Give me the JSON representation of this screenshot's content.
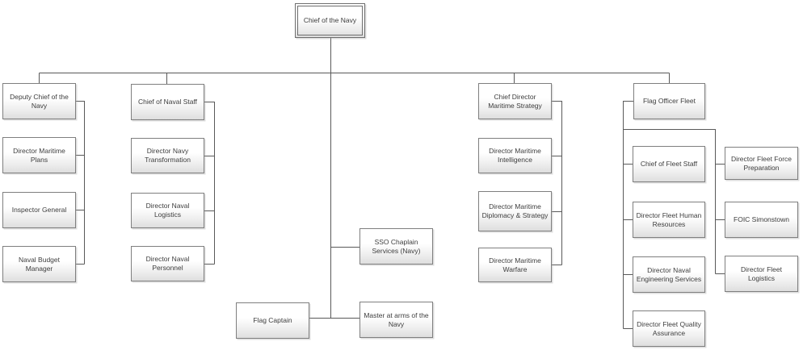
{
  "org_chart": {
    "root": "Chief of the Navy",
    "branch_deputy": [
      "Deputy Chief of the Navy",
      "Director Maritime Plans",
      "Inspector General",
      "Naval Budget Manager"
    ],
    "branch_naval_staff": [
      "Chief of Naval Staff",
      "Director Navy Transformation",
      "Director Naval Logistics",
      "Director Naval Personnel"
    ],
    "branch_center": {
      "sso_chaplain": "SSO Chaplain Services (Navy)",
      "flag_captain": "Flag Captain",
      "master_at_arms": "Master at arms of the Navy"
    },
    "branch_maritime_strategy": [
      "Chief Director Maritime Strategy",
      "Director Maritime Intelligence",
      "Director Maritime Diplomacy & Strategy",
      "Director Maritime Warfare"
    ],
    "branch_fleet": {
      "head": "Flag Officer Fleet",
      "left_column": [
        "Chief of Fleet Staff",
        "Director Fleet Human Resources",
        "Director Naval Engineering Services",
        "Director Fleet Quality Assurance"
      ],
      "right_column": [
        "Director Fleet Force Preparation",
        "FOIC Simonstown",
        "Director Fleet Logistics"
      ]
    }
  },
  "colors": {
    "box_border": "#7f7f7f",
    "connector_line": "#595959",
    "text": "#3d3d3d",
    "box_fill_top": "#ffffff",
    "box_fill_bottom": "#dedede",
    "background": "#ffffff"
  }
}
